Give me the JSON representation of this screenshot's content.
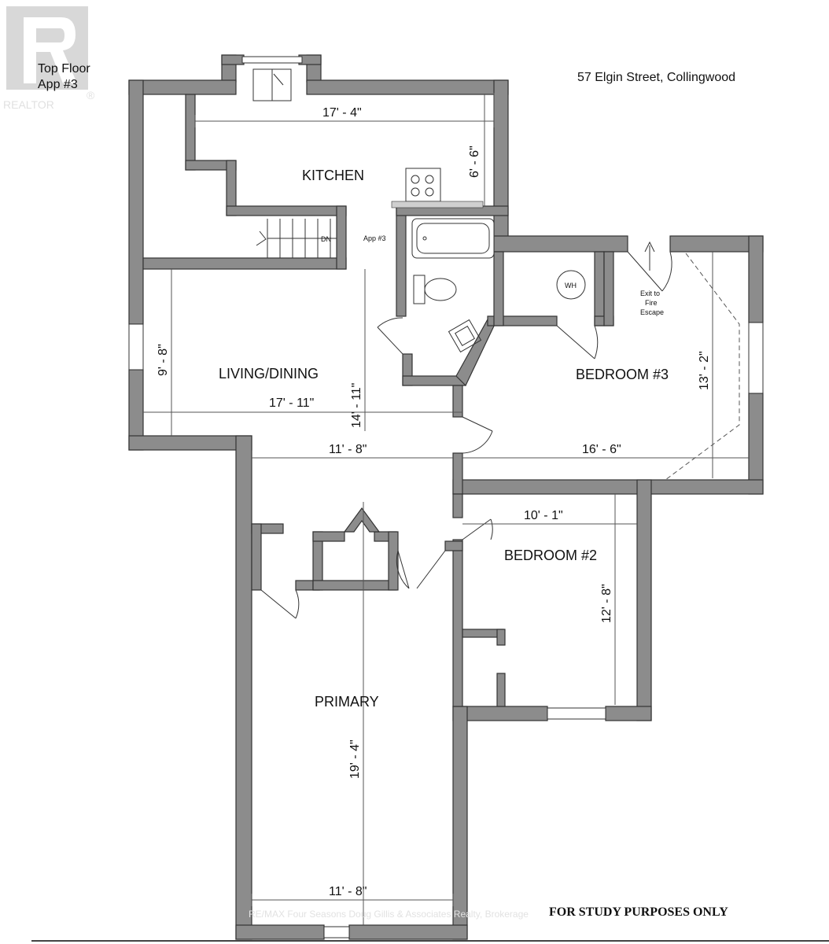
{
  "header": {
    "address": "57 Elgin Street, Collingwood",
    "floor_line1": "Top Floor",
    "floor_line2": "App #3"
  },
  "watermark": {
    "logo_text": "REALTOR",
    "registered": "®"
  },
  "rooms": {
    "kitchen": "KITCHEN",
    "living_dining": "LIVING/DINING",
    "bedroom3": "BEDROOM #3",
    "bedroom2": "BEDROOM #2",
    "primary": "PRIMARY",
    "app_label": "App #3",
    "dn": "DN",
    "wh": "WH",
    "exit_line1": "Exit to",
    "exit_line2": "Fire",
    "exit_line3": "Escape"
  },
  "dimensions": {
    "kitchen_width": "17' - 4\"",
    "kitchen_depth": "6' - 6\"",
    "living_depth": "9' - 8\"",
    "living_width": "17' - 11\"",
    "hall_length": "14' - 11\"",
    "hall_width": "11' - 8\"",
    "bedroom3_width": "16' - 6\"",
    "bedroom3_depth": "13' - 2\"",
    "bedroom2_width": "10' - 1\"",
    "bedroom2_depth": "12' - 8\"",
    "primary_length": "19' - 4\"",
    "primary_width": "11' - 8\""
  },
  "footer": {
    "disclaimer": "FOR STUDY PURPOSES ONLY",
    "credit": "RE/MAX Four Seasons Doug Gillis & Associates Realty, Brokerage"
  }
}
